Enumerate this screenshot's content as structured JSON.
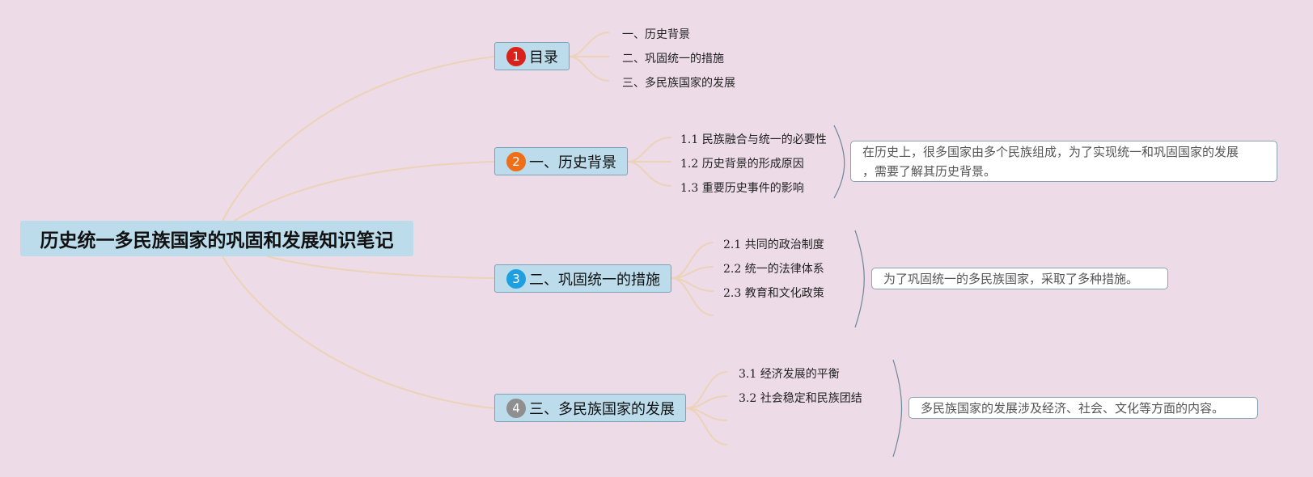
{
  "root": {
    "title": "历史统一多民族国家的巩固和发展知识笔记"
  },
  "topics": [
    {
      "number": "1",
      "badge_color": "#d8231b",
      "label": "目录",
      "children": [
        "一、历史背景",
        "二、巩固统一的措施",
        "三、多民族国家的发展"
      ],
      "note": ""
    },
    {
      "number": "2",
      "badge_color": "#ee6f18",
      "label": "一、历史背景",
      "children": [
        "1.1 民族融合与统一的必要性",
        "1.2 历史背景的形成原因",
        "1.3 重要历史事件的影响"
      ],
      "note": "在历史上，很多国家由多个民族组成，为了实现统一和巩固国家的发展，需要了解其历史背景。",
      "note_line1": "在历史上，很多国家由多个民族组成，为了实现统一和巩固国家的发展",
      "note_line2": "，需要了解其历史背景。"
    },
    {
      "number": "3",
      "badge_color": "#1e9fe0",
      "label": "二、巩固统一的措施",
      "children": [
        "2.1 共同的政治制度",
        "2.2 统一的法律体系",
        "2.3 教育和文化政策"
      ],
      "note": "为了巩固统一的多民族国家，采取了多种措施。"
    },
    {
      "number": "4",
      "badge_color": "#8f8f8f",
      "label": "三、多民族国家的发展",
      "children": [
        "3.1 经济发展的平衡",
        "3.2 社会稳定和民族团结"
      ],
      "note": "多民族国家的发展涉及经济、社会、文化等方面的内容。"
    }
  ],
  "colors": {
    "background": "#eddbe8",
    "node_fill": "#bcdcec",
    "connector": "#ecd3b8",
    "brace": "#6c879a"
  }
}
